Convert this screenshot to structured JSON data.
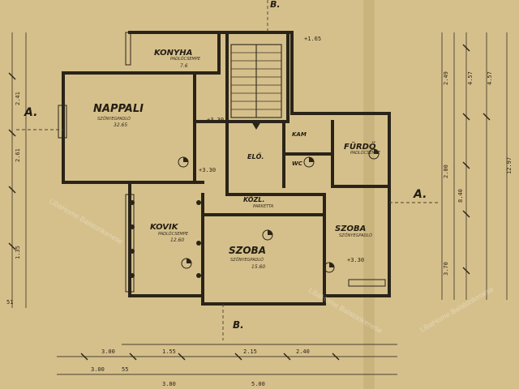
{
  "rooms": {
    "nappali": {
      "name": "NAPPALI",
      "desc": "SZŐNYEGPADLÓ",
      "area": "32.65"
    },
    "konyha": {
      "name": "KONYHA",
      "desc": "PADLÓCSEMPE",
      "area": "7.6"
    },
    "kamra": {
      "name": "KAM",
      "desc": ""
    },
    "eloszoba": {
      "name": "ELŐ.",
      "desc": ""
    },
    "wc": {
      "name": "WC",
      "desc": ""
    },
    "furdo": {
      "name": "FÜRDŐ",
      "desc": "PADLÓCSEMPE"
    },
    "kozl": {
      "name": "KÖZL.",
      "desc": "PARKETTA"
    },
    "kovik": {
      "name": "KOVIK",
      "desc": "PADLÓCSEMPE",
      "area": "12.60"
    },
    "szoba_big": {
      "name": "SZOBA",
      "desc": "SZŐNYEGPADLÓ",
      "area": "15.60"
    },
    "szoba_small": {
      "name": "SZOBA",
      "desc": "SZŐNYEGPADLÓ"
    }
  },
  "markers": {
    "section_a_left": "A.",
    "section_a_right": "A.",
    "section_b_top": "B.",
    "section_b_bottom": "B."
  },
  "levels": {
    "entry": "+1.65",
    "n1": "+3.30",
    "n2": "+3.30",
    "n3": "+3.30"
  },
  "dims": {
    "bottom_row1": [
      "3.00",
      "1.55",
      "2.15",
      "2.40"
    ],
    "bottom_row2": [
      "3.00",
      "55",
      "3.80",
      "5.00"
    ],
    "right_col1": [
      "2.49",
      "4.57",
      "2.00",
      "8.40",
      "3.70"
    ],
    "right_col2": [
      "4.57",
      "12.97"
    ],
    "left_col": [
      "2.41",
      "2.61",
      "1.35",
      "51"
    ]
  },
  "watermark": "LibaHome Balatonkenese"
}
